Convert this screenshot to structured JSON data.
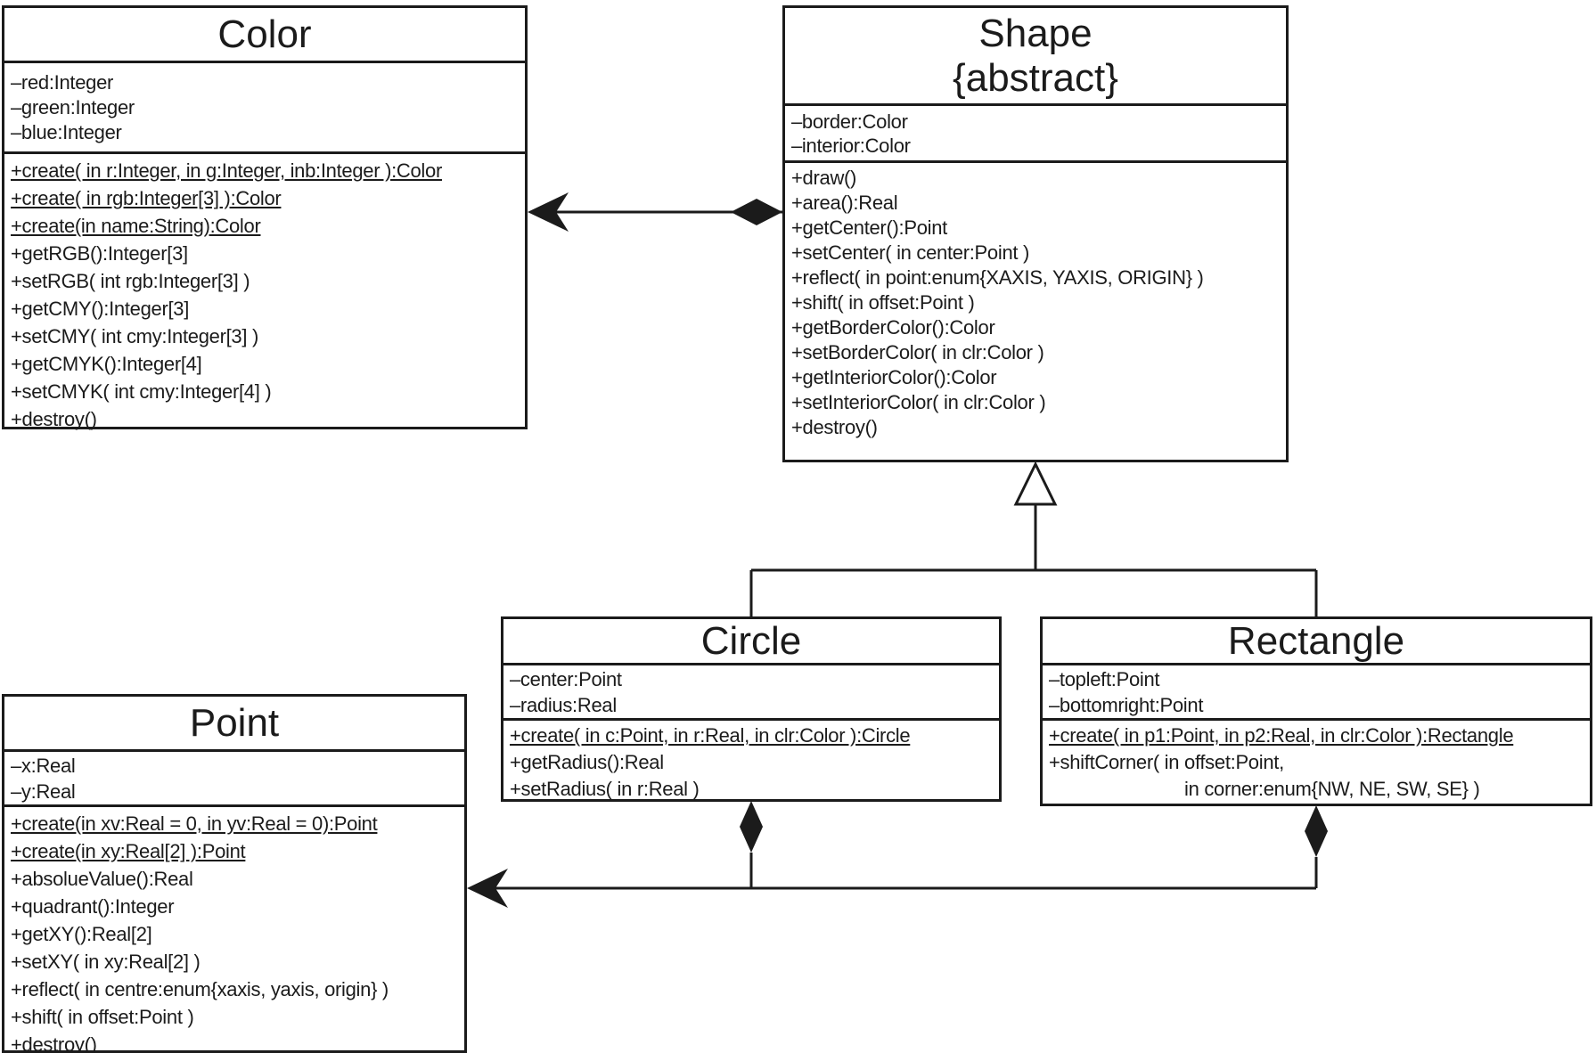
{
  "diagram": {
    "kind": "UML class diagram",
    "ink_color": "#1b1b1b",
    "background_color": "#ffffff"
  },
  "classes": {
    "color": {
      "name": "Color",
      "attributes": [
        "–red:Integer",
        "–green:Integer",
        "–blue:Integer"
      ],
      "methods": [
        {
          "text": "+create( in r:Integer, in g:Integer, inb:Integer ):Color",
          "underline": true
        },
        {
          "text": "+create( in rgb:Integer[3] ):Color",
          "underline": true
        },
        {
          "text": "+create(in name:String):Color",
          "underline": true
        },
        {
          "text": "+getRGB():Integer[3]"
        },
        {
          "text": "+setRGB( int rgb:Integer[3] )"
        },
        {
          "text": "+getCMY():Integer[3]"
        },
        {
          "text": "+setCMY( int cmy:Integer[3] )"
        },
        {
          "text": "+getCMYK():Integer[4]"
        },
        {
          "text": "+setCMYK( int cmy:Integer[4] )"
        },
        {
          "text": "+destroy()"
        }
      ]
    },
    "shape": {
      "name": "Shape",
      "stereotype": "{abstract}",
      "attributes": [
        "–border:Color",
        "–interior:Color"
      ],
      "methods": [
        {
          "text": "+draw()"
        },
        {
          "text": "+area():Real"
        },
        {
          "text": "+getCenter():Point"
        },
        {
          "text": "+setCenter( in center:Point )"
        },
        {
          "text": "+reflect( in point:enum{XAXIS, YAXIS, ORIGIN} )"
        },
        {
          "text": "+shift( in offset:Point )"
        },
        {
          "text": "+getBorderColor():Color"
        },
        {
          "text": "+setBorderColor( in clr:Color )"
        },
        {
          "text": "+getInteriorColor():Color"
        },
        {
          "text": "+setInteriorColor( in clr:Color )"
        },
        {
          "text": "+destroy()"
        }
      ]
    },
    "circle": {
      "name": "Circle",
      "attributes": [
        "–center:Point",
        "–radius:Real"
      ],
      "methods": [
        {
          "text": "+create( in c:Point, in r:Real, in clr:Color ):Circle",
          "underline": true
        },
        {
          "text": "+getRadius():Real"
        },
        {
          "text": "+setRadius( in r:Real )"
        }
      ]
    },
    "rectangle": {
      "name": "Rectangle",
      "attributes": [
        "–topleft:Point",
        "–bottomright:Point"
      ],
      "methods": [
        {
          "text": "+create( in p1:Point, in p2:Real, in clr:Color ):Rectangle",
          "underline": true
        },
        {
          "text": "+shiftCorner( in offset:Point,"
        },
        {
          "text": "in corner:enum{NW, NE, SW, SE} )",
          "continuation": true
        }
      ]
    },
    "point": {
      "name": "Point",
      "attributes": [
        "–x:Real",
        "–y:Real"
      ],
      "methods": [
        {
          "text": "+create(in xv:Real = 0, in yv:Real = 0):Point",
          "underline": true
        },
        {
          "text": "+create(in xy:Real[2] ):Point",
          "underline": true
        },
        {
          "text": "+absolueValue():Real"
        },
        {
          "text": "+quadrant():Integer"
        },
        {
          "text": "+getXY():Real[2]"
        },
        {
          "text": "+setXY( in xy:Real[2] )"
        },
        {
          "text": "+reflect( in centre:enum{xaxis, yaxis, origin} )"
        },
        {
          "text": "+shift( in offset:Point )"
        },
        {
          "text": "+destroy()"
        }
      ]
    }
  },
  "relationships": [
    {
      "type": "composition",
      "owner": "Shape",
      "part": "Color",
      "notation": "filled diamond at Shape, open arrow at Color"
    },
    {
      "type": "generalization",
      "parent": "Shape",
      "children": [
        "Circle",
        "Rectangle"
      ],
      "notation": "hollow triangle at Shape"
    },
    {
      "type": "composition",
      "owner": "Circle",
      "part": "Point",
      "notation": "filled diamond at Circle, open arrow at Point"
    },
    {
      "type": "composition",
      "owner": "Rectangle",
      "part": "Point",
      "notation": "filled diamond at Rectangle, open arrow at Point"
    }
  ]
}
